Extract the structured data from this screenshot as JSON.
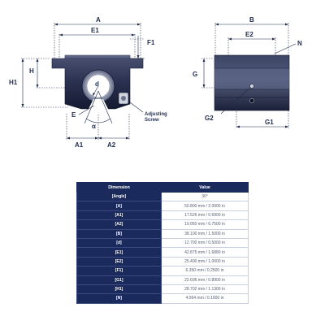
{
  "drawing": {
    "labels": {
      "A": "A",
      "E1": "E1",
      "F1": "F1",
      "H": "H",
      "H1": "H1",
      "d": "d",
      "E": "E",
      "alpha": "α",
      "A1": "A1",
      "A2": "A2",
      "adjusting_line1": "Adjusting",
      "adjusting_line2": "Screw",
      "B": "B",
      "E2": "E2",
      "N": "N",
      "G": "G",
      "G2": "G2",
      "G1": "G1"
    },
    "colors": {
      "ink": "#1f2c4d",
      "body": "#1e2640",
      "body_mid": "#3a4260",
      "bore": "#9aa0b0"
    }
  },
  "table": {
    "headers": [
      "Dimension",
      "Value"
    ],
    "rows": [
      {
        "dimension": "[Angle]",
        "value": "30°"
      },
      {
        "dimension": "[A]",
        "value": "50.800 mm / 2.0000 in"
      },
      {
        "dimension": "[A1]",
        "value": "17.526 mm / 0.6900 in"
      },
      {
        "dimension": "[A2]",
        "value": "19.050 mm / 0.7500 in"
      },
      {
        "dimension": "[B]",
        "value": "38.100 mm / 1.5000 in"
      },
      {
        "dimension": "[d]",
        "value": "12.700 mm / 0.5000 in"
      },
      {
        "dimension": "[E1]",
        "value": "42.875 mm / 1.6880 in"
      },
      {
        "dimension": "[E2]",
        "value": "25.400 mm / 1.0000 in"
      },
      {
        "dimension": "[F1]",
        "value": "6.350 mm / 0.2500 in"
      },
      {
        "dimension": "[G1]",
        "value": "22.606 mm / 0.8900 in"
      },
      {
        "dimension": "[H1]",
        "value": "28.702 mm / 1.1300 in"
      },
      {
        "dimension": "[N]",
        "value": "4.064 mm / 0.1600 in"
      }
    ],
    "colors": {
      "header_bg": "#1b2a5c",
      "header_text": "#ffffff",
      "value_text": "#555d70"
    }
  }
}
